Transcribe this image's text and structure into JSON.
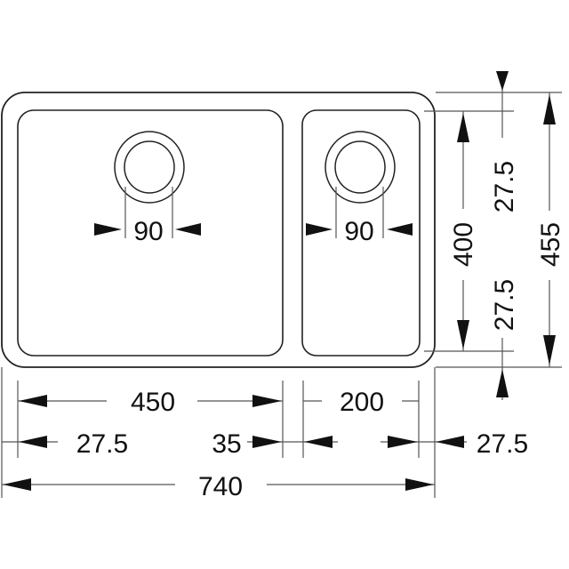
{
  "title": "Double bowl undermount sink dimension drawing",
  "drains": {
    "left_diameter": "90",
    "right_diameter": "90"
  },
  "dimensions": {
    "overall_width": "740",
    "overall_depth": "455",
    "bowl_depth": "400",
    "large_bowl_width": "450",
    "small_bowl_width": "200",
    "left_rim": "27.5",
    "center_divider": "35",
    "right_rim": "27.5",
    "top_rim": "27.5",
    "bottom_rim": "27.5"
  }
}
